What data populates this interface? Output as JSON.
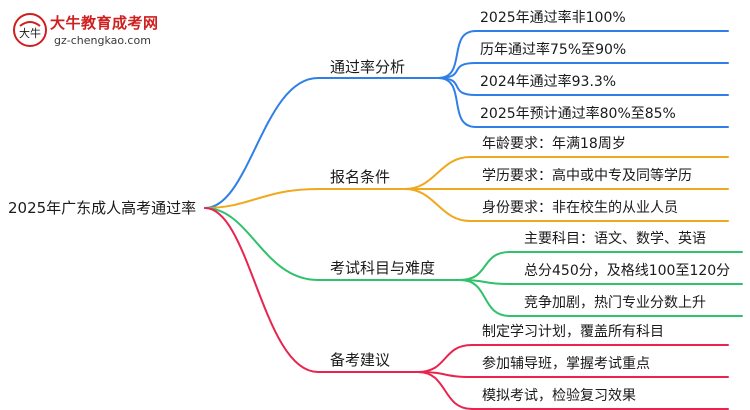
{
  "logo": {
    "title": "大牛教育成考网",
    "url": "gz-chengkao.com",
    "mark_text": "大牛"
  },
  "root": "2025年广东成人高考通过率",
  "branches": [
    {
      "label": "通过率分析",
      "color": "#2f7fe6",
      "children": [
        "2025年通过率非100%",
        "历年通过率75%至90%",
        "2024年通过率93.3%",
        "2025年预计通过率80%至85%"
      ]
    },
    {
      "label": "报名条件",
      "color": "#f0a81e",
      "children": [
        "年龄要求：年满18周岁",
        "学历要求：高中或中专及同等学历",
        "身份要求：非在校生的从业人员"
      ]
    },
    {
      "label": "考试科目与难度",
      "color": "#2fc26a",
      "children": [
        "主要科目：语文、数学、英语",
        "总分450分，及格线100至120分",
        "竞争加剧，热门专业分数上升"
      ]
    },
    {
      "label": "备考建议",
      "color": "#e8244f",
      "children": [
        "制定学习计划，覆盖所有科目",
        "参加辅导班，掌握考试重点",
        "模拟考试，检验复习效果"
      ]
    }
  ]
}
